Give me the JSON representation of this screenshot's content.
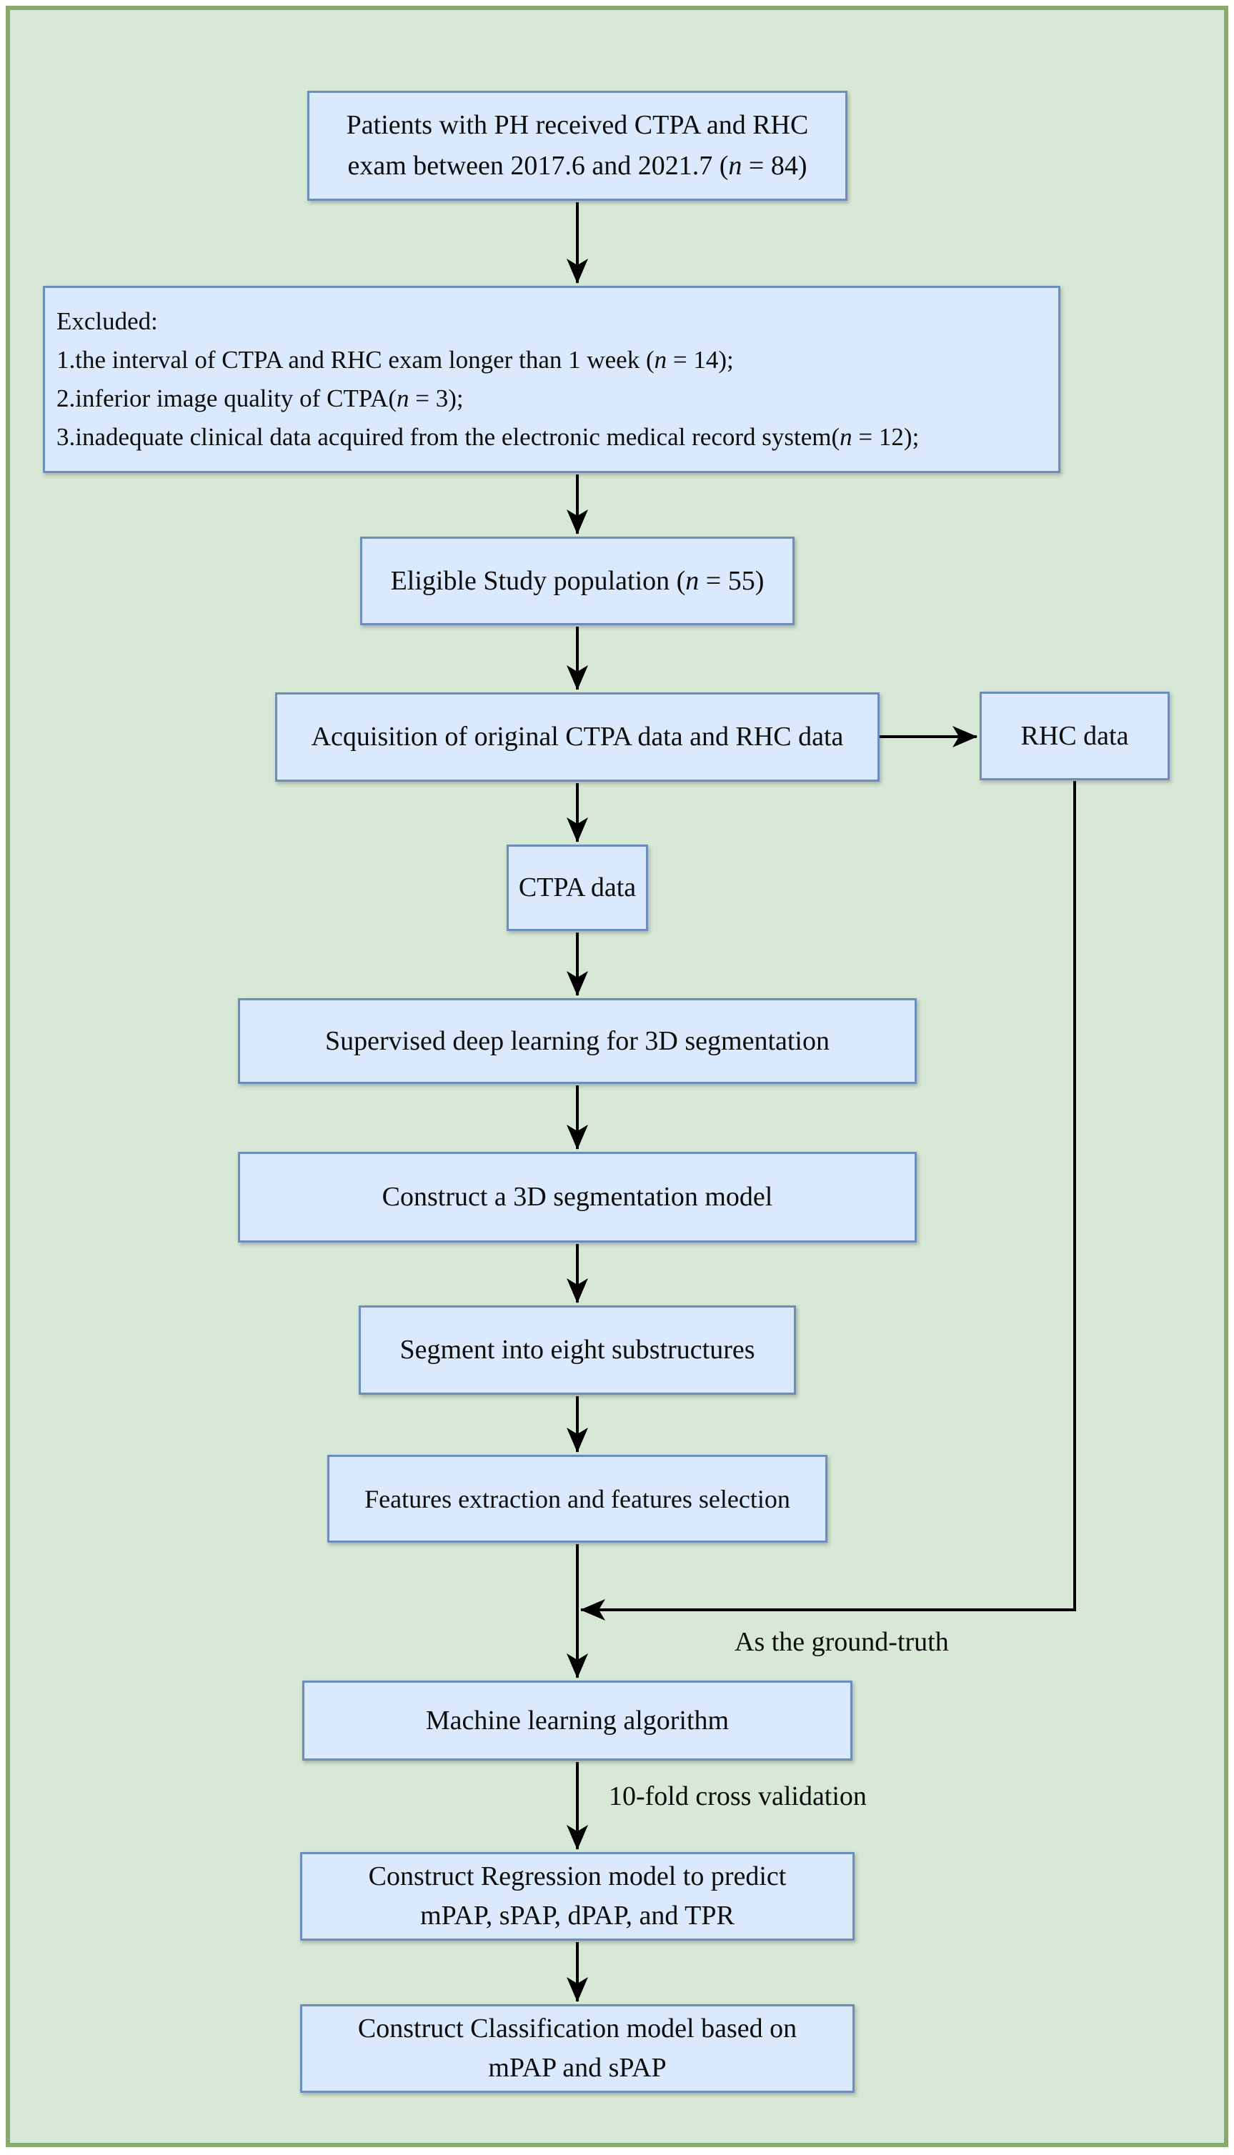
{
  "colors": {
    "page_background": "#ffffff",
    "canvas_fill": "#d7e8d6",
    "canvas_border": "#85ac68",
    "node_fill": "#dbe9fc",
    "node_border": "#6c8ebf",
    "arrow": "#000000",
    "text": "#0d0d0d"
  },
  "nodes": {
    "patients": {
      "line1": "Patients with PH received CTPA and RHC",
      "line2_pre": "exam between 2017.6 and 2021.7 (",
      "n": "n",
      "line2_post": " = 84)"
    },
    "excluded": {
      "header": "Excluded:",
      "item1_pre": "1.the interval of CTPA and RHC exam longer than 1 week (",
      "item1_n": "n",
      "item1_post": " = 14);",
      "item2_pre": "2.inferior image quality of CTPA(",
      "item2_n": "n",
      "item2_post": " = 3);",
      "item3_pre": "3.inadequate clinical data acquired from the electronic medical record system(",
      "item3_n": "n",
      "item3_post": " = 12);"
    },
    "eligible": {
      "pre": "Eligible Study population (",
      "n": "n",
      "post": " = 55)"
    },
    "acquisition": {
      "label": "Acquisition of original CTPA data and RHC data"
    },
    "rhc_data": {
      "label": "RHC data"
    },
    "ctpa_data": {
      "label": "CTPA data"
    },
    "supervised": {
      "label": "Supervised deep learning for 3D segmentation"
    },
    "construct_3d": {
      "label": "Construct a 3D segmentation model"
    },
    "segment": {
      "label": "Segment into eight substructures"
    },
    "features": {
      "label": "Features extraction and features selection"
    },
    "ml_algorithm": {
      "label": "Machine learning algorithm"
    },
    "regression": {
      "line1": "Construct Regression model to predict",
      "line2": "mPAP, sPAP, dPAP, and TPR"
    },
    "classification": {
      "line1": "Construct Classification model based on",
      "line2": "mPAP and sPAP"
    }
  },
  "edge_labels": {
    "ground_truth": "As the ground-truth",
    "cross_validation": "10-fold cross validation"
  }
}
